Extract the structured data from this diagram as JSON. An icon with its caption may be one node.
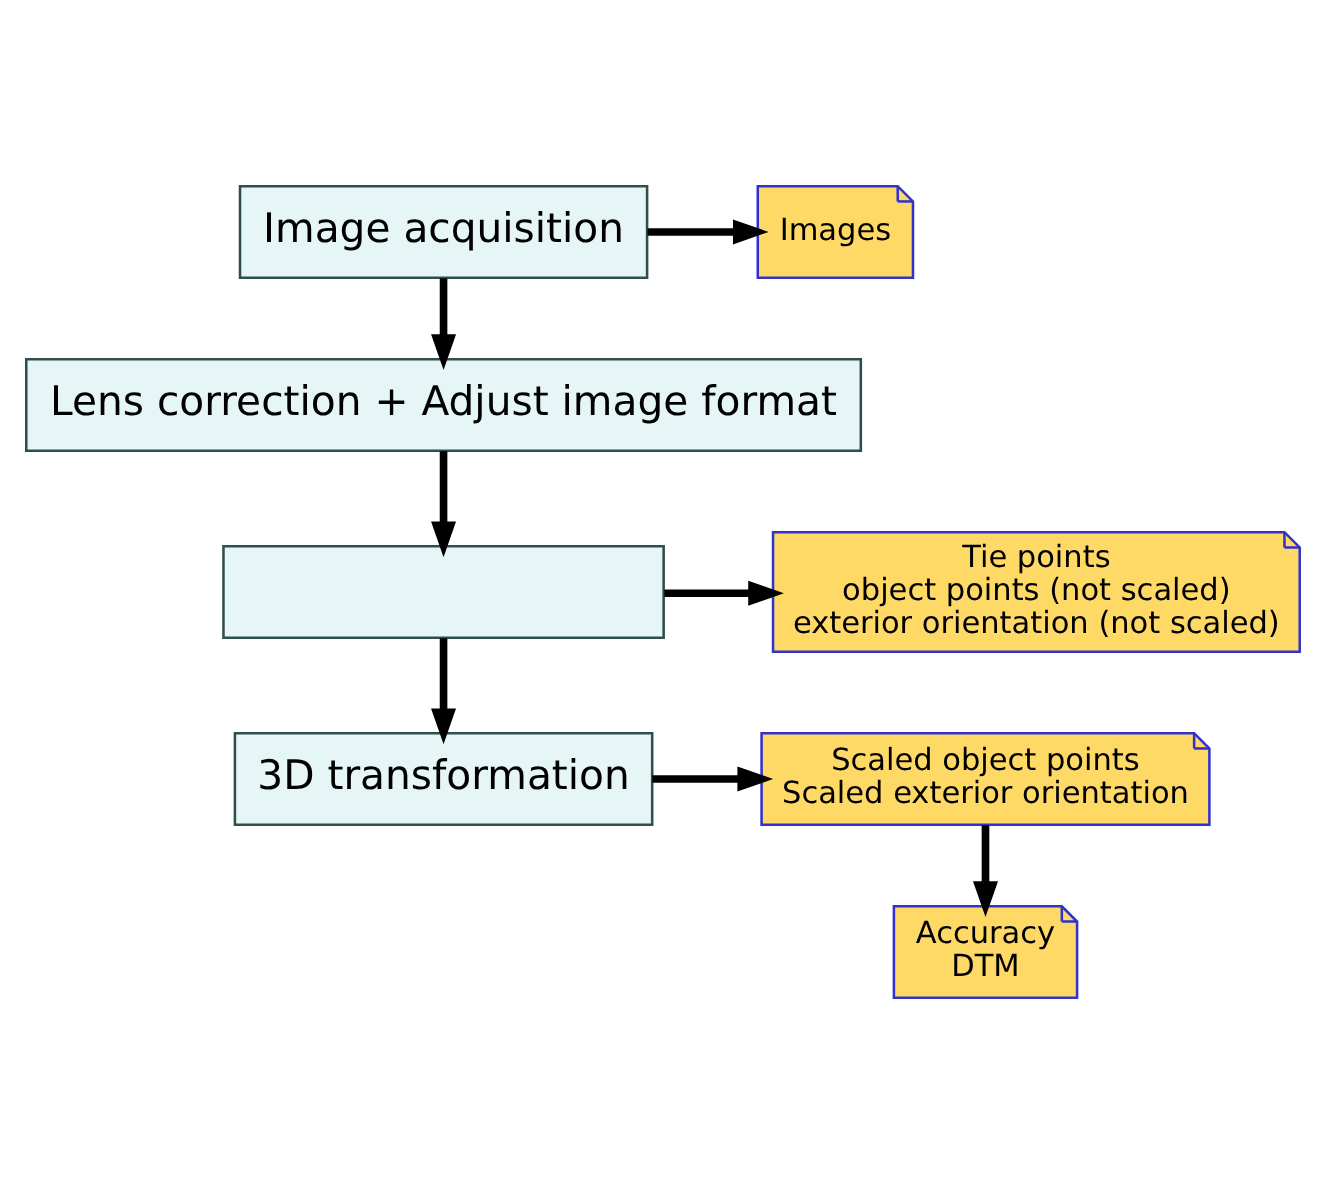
{
  "diagram": {
    "nodes": [
      {
        "text": [
          "Image acquisition"
        ]
      },
      {
        "text": [
          "Images"
        ]
      },
      {
        "text": [
          "Lens correction + Adjust image format"
        ]
      },
      {
        "text": [],
        "shape": "box"
      },
      {
        "text": [
          "Tie points",
          "object points (not scaled)",
          "exterior orientation (not scaled)"
        ]
      },
      {
        "text": [
          "3D transformation"
        ]
      },
      {
        "text": [
          "Scaled object points",
          "Scaled exterior orientation"
        ]
      },
      {
        "text": [
          "Accuracy",
          "DTM"
        ]
      }
    ],
    "edges": [
      {
        "from": 0,
        "to": 1,
        "arrow": "to"
      },
      {
        "from": 0,
        "to": 2,
        "arrow": "to"
      },
      {
        "from": 2,
        "to": 3,
        "arrow": "to"
      },
      {
        "from": 3,
        "to": 4,
        "arrow": "to"
      },
      {
        "from": 3,
        "to": 5,
        "arrow": "to"
      },
      {
        "from": 5,
        "to": 6,
        "arrow": "to"
      },
      {
        "from": 6,
        "to": 7,
        "arrow": "to"
      }
    ]
  }
}
